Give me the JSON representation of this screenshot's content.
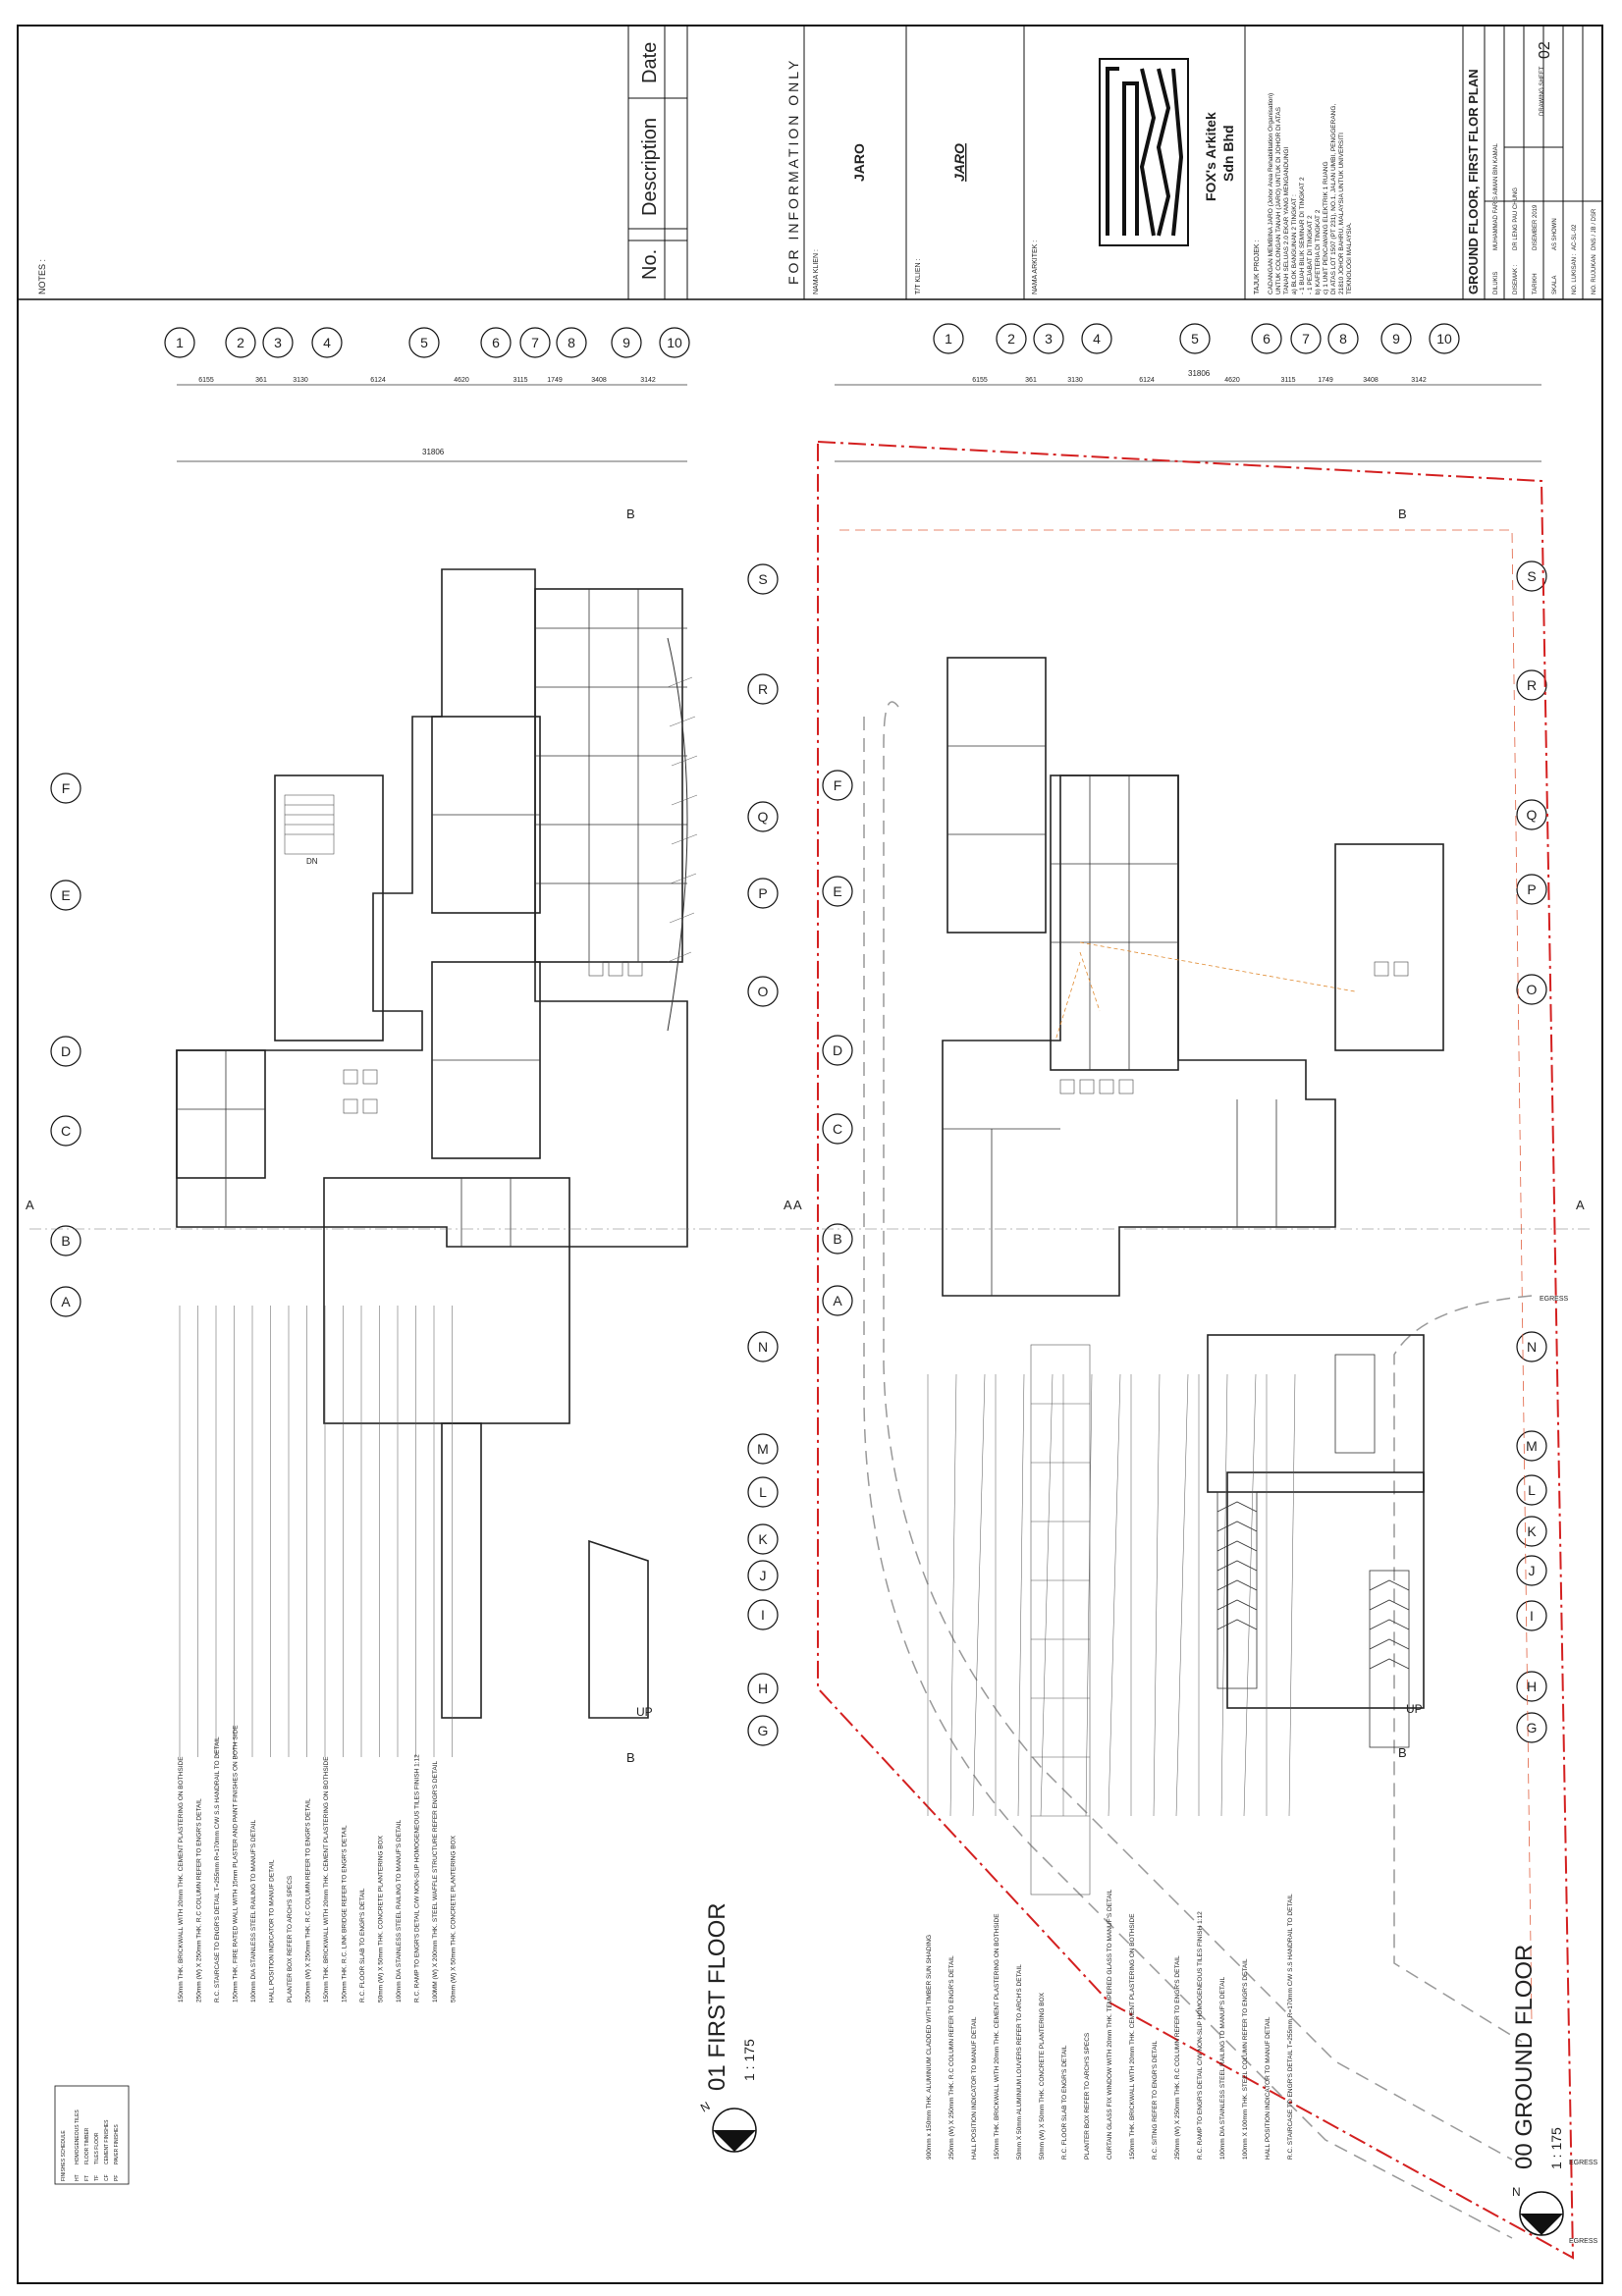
{
  "sheet": {
    "notes_label": "NOTES :",
    "revision_headers": [
      "No.",
      "Description",
      "Date"
    ],
    "info_banner": "FOR INFORMATION ONLY",
    "client_label": "NAMA KLIEN :",
    "client_name": "JARO",
    "client_sign_label": "T/T KLIEN :",
    "client_sign": "JARO",
    "architect_label": "NAMA ARKITEK :",
    "firm_name_1": "FOX's Arkitek",
    "firm_name_2": "Sdn Bhd",
    "project_label": "TAJUK PROJEK :",
    "project_lines": [
      "CADANGAN MEMBINA JARO (Johor Area Rehabilitation Organisation)",
      "UNTUK COLONGAN TANAH (JARO) UNTUK DI JOHOR DI ATAS",
      "TANAH SELUAS 2.0 EKAR YANG MENGANDUNGI",
      "a) BLOK BANGUNAN 2 TINGKAT :",
      "   - 1 BUAH BILIK SEMINAR DI TINGKAT 2",
      "   - 1 PEJABAT DI TINGKAT 2",
      "b) KAFETERIA DI TINGKAT 2",
      "c) 1 UNIT PENCAWANG ELEKTRIK 1 RUANG",
      "DI ATAS LOT 1507 (PT 231), NO.1, JALAN UMBI, PENGGERANG,",
      "21810 JOHOR BAHRU, MALAYSIA UNTUK UNIVERSITI",
      "TEKNOLOGI MALAYSIA."
    ],
    "drawing_title": "GROUND FLOOR, FIRST FLOR PLAN",
    "meta": [
      {
        "k": "DILUKIS",
        "v": "MUHAMMAD FARIS AIMAN BIN KAMAL"
      },
      {
        "k": "DISEMAK :",
        "v": "DR LENG PAU CHUNG"
      },
      {
        "k": "TARIKH",
        "v": "DISEMBER 2019"
      },
      {
        "k": "SKALA",
        "v": "AS SHOWN"
      },
      {
        "k": "NO. LUKISAN :",
        "v": "AC-SL-02"
      },
      {
        "k": "NO. RUJUKAN",
        "v": "DNS / JB / DSR"
      }
    ],
    "drawing_sheet_label": "DRAWING SHEET",
    "drawing_sheet_no": "02"
  },
  "first_floor": {
    "title": "01 FIRST FLOOR",
    "scale": "1 : 175",
    "grid_numbers": [
      "1",
      "2",
      "3",
      "4",
      "5",
      "6",
      "7",
      "8",
      "9",
      "10"
    ],
    "grid_letters": [
      "F",
      "E",
      "D",
      "C",
      "B",
      "A"
    ],
    "grid_letters_right": [
      "S",
      "R",
      "Q",
      "P",
      "O",
      "N",
      "M",
      "L",
      "K",
      "J",
      "I",
      "H",
      "G"
    ],
    "dims": [
      "6155",
      "361",
      "3130",
      "6124",
      "4620",
      "3115",
      "1749",
      "3408",
      "3142"
    ],
    "overall_dim": "31806",
    "notes": [
      "150mm THK. BRICKWALL WITH 20mm THK. CEMENT PLASTERING ON BOTHSIDE",
      "250mm (W) X 250mm THK. R.C COLUMN REFER TO ENGR'S DETAIL",
      "R.C. STAIRCASE TO ENGR'S DETAIL T=255mm R=170mm C/W S.S HANDRAIL TO DETAIL",
      "150mm THK. FIRE RATED WALL WITH 15mm PLASTER AND PAINT FINISHES ON BOTH SIDE",
      "100mm DIA STAINLESS STEEL RAILING TO MANUF'S DETAIL",
      "HALL POSITION INDICATOR TO MANUF DETAIL",
      "PLANTER BOX REFER TO ARCH'S SPECS",
      "250mm (W) X 250mm THK. R.C COLUMN REFER TO ENGR'S DETAIL",
      "150mm THK. BRICKWALL WITH 20mm THK. CEMENT PLASTERING ON BOTHSIDE",
      "150mm THK. R.C. LINK BRIDGE REFER TO ENGR'S DETAIL",
      "R.C. FLOOR SLAB TO ENGR'S DETAIL",
      "50mm (W) X 50mm THK. CONCRETE PLANTERING BOX",
      "100mm DIA STAINLESS STEEL RAILING TO MANUF'S DETAIL",
      "R.C. RAMP TO ENGR'S DETAIL C/W NON-SLIP HOMOGENEOUS TILES FINISH 1:12",
      "100MM (W) X 200mm THK. STEEL WAFFLE STRUCTURE REFER ENGR'S DETAIL",
      "50mm (W) X 50mm THK. CONCRETE PLANTERING BOX"
    ]
  },
  "ground_floor": {
    "title": "00 GROUND FLOOR",
    "scale": "1 : 175",
    "overall_dim": "31806",
    "notes": [
      "900mm x 150mm THK. ALUMINIUM CLADDED WITH TIMBER SUN SHADING",
      "250mm (W) X 250mm THK. R.C COLUMN REFER TO ENGR'S DETAIL",
      "HALL POSITION INDICATOR TO MANUF DETAIL",
      "150mm THK. BRICKWALL WITH 20mm THK. CEMENT PLASTERING ON BOTHSIDE",
      "50mm X 50mm ALUMINIUM LOUVERS REFER TO ARCH'S DETAIL",
      "50mm (W) X 50mm THK. CONCRETE PLANTERING BOX",
      "R.C. FLOOR SLAB TO ENGR'S DETAIL",
      "PLANTER BOX REFER TO ARCH'S SPECS",
      "CURTAIN GLASS FIX WINDOW WITH 20mm THK. TEMPERED GLASS TO MANUF'S DETAIL",
      "150mm THK. BRICKWALL WITH 20mm THK. CEMENT PLASTERING ON BOTHSIDE",
      "R.C. SITING REFER TO ENGR'S DETAIL",
      "250mm (W) X 250mm THK. R.C COLUMN REFER TO ENGR'S DETAIL",
      "R.C. RAMP TO ENGR'S DETAIL C/W NON-SLIP HOMOGENEOUS TILES FINISH 1:12",
      "100mm DIA STAINLESS STEEL RAILING TO MANUF'S DETAIL",
      "100mm X 100mm THK. STEEL COLUMN REFER TO ENGR'S DETAIL",
      "HALL POSITION INDICATOR TO MANUF DETAIL",
      "R.C. STAIRCASE TO ENGR'S DETAIL T=255mm R=170mm C/W S.S HANDRAIL TO DETAIL"
    ]
  },
  "finishes": {
    "title": "FINISHES SCHEDULE",
    "rows": [
      {
        "code": "HT",
        "label": "HOMOGENEOUS TILES"
      },
      {
        "code": "FT",
        "label": "FLOOR TIMBER"
      },
      {
        "code": "TF",
        "label": "TILES FLOOR"
      },
      {
        "code": "CF",
        "label": "CEMENT FINISHES"
      },
      {
        "code": "PF",
        "label": "PAVER FINISHES"
      }
    ]
  },
  "markers": {
    "section": "A",
    "section_b": "B",
    "egress": "EGRESS",
    "north": "N",
    "up": "UP",
    "dn": "DN"
  }
}
